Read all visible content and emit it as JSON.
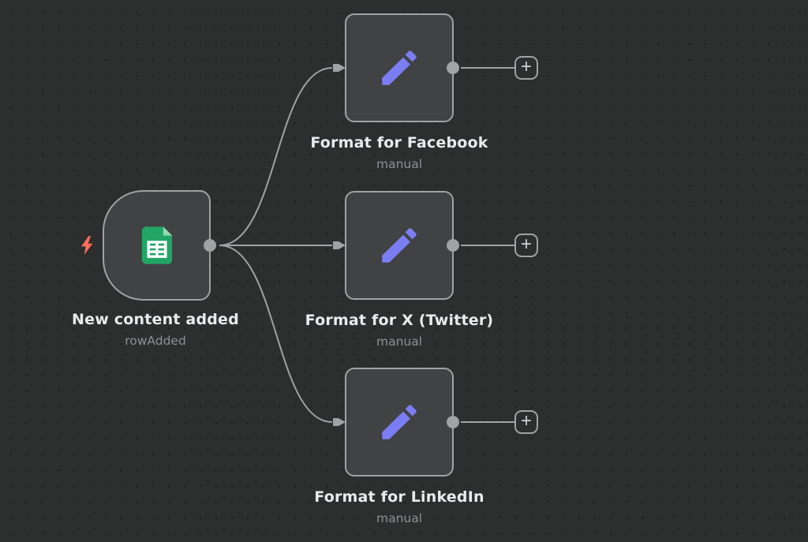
{
  "canvas": {
    "background_color": "#2d2e2e",
    "dot_color": "#232424"
  },
  "colors": {
    "node_fill": "#414244",
    "node_border": "#a1a2a4",
    "connector": "#a1a2a4",
    "node_name_text": "#e9eaec",
    "node_subtitle_text": "#8e9095",
    "pencil_icon": "#7b7df2",
    "sheets_green": "#23a566",
    "sheets_fold": "#93d8b1",
    "trigger_bolt": "#ff6d5a",
    "plus_glyph": "#cfd0d2"
  },
  "trigger_node": {
    "name": "New content added",
    "subtitle": "rowAdded",
    "icon": "google-sheets-icon",
    "badge_icon": "lightning-trigger-icon"
  },
  "action_nodes": [
    {
      "name": "Format for Facebook",
      "subtitle": "manual",
      "icon": "pencil-icon"
    },
    {
      "name": "Format for X (Twitter)",
      "subtitle": "manual",
      "icon": "pencil-icon"
    },
    {
      "name": "Format for LinkedIn",
      "subtitle": "manual",
      "icon": "pencil-icon"
    }
  ],
  "add_button": {
    "glyph": "+",
    "icon": "plus-icon"
  }
}
